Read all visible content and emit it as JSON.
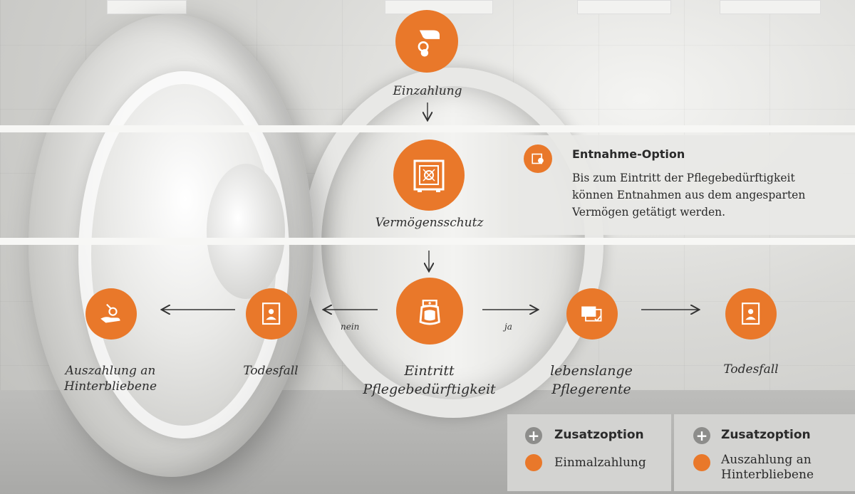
{
  "nodes": {
    "einzahlung": {
      "label": "Einzahlung",
      "icon": "hand-coin-icon"
    },
    "vermoegensschutz": {
      "label": "Vermögensschutz",
      "icon": "safe-icon"
    },
    "eintritt": {
      "label_line1": "Eintritt",
      "label_line2": "Pflegebedürftigkeit",
      "icon": "nurse-icon"
    },
    "todesfall_left": {
      "label": "Todesfall",
      "icon": "portrait-icon"
    },
    "auszahlung": {
      "label_line1": "Auszahlung an",
      "label_line2": "Hinterbliebene",
      "icon": "hand-money-icon"
    },
    "pflegerente": {
      "label_line1": "lebenslange",
      "label_line2": "Pflegerente",
      "icon": "payment-document-icon"
    },
    "todesfall_right": {
      "label": "Todesfall",
      "icon": "portrait-icon"
    }
  },
  "edges": {
    "nein": "nein",
    "ja": "ja"
  },
  "info": {
    "title": "Entnahme-Option",
    "text": "Bis zum Eintritt der Pflegebedürftigkeit können Entnahmen aus dem angesparten Vermögen getätigt werden.",
    "icon": "withdrawal-icon"
  },
  "options": [
    {
      "title": "Zusatzoption",
      "text": "Einmalzahlung",
      "icon": "coin-hand-icon"
    },
    {
      "title": "Zusatzoption",
      "text_line1": "Auszahlung an",
      "text_line2": "Hinterbliebene",
      "icon": "hand-money-icon"
    }
  ],
  "colors": {
    "accent": "#e9782a",
    "text": "#2d2d2d",
    "panel": "#d3d3d1"
  }
}
